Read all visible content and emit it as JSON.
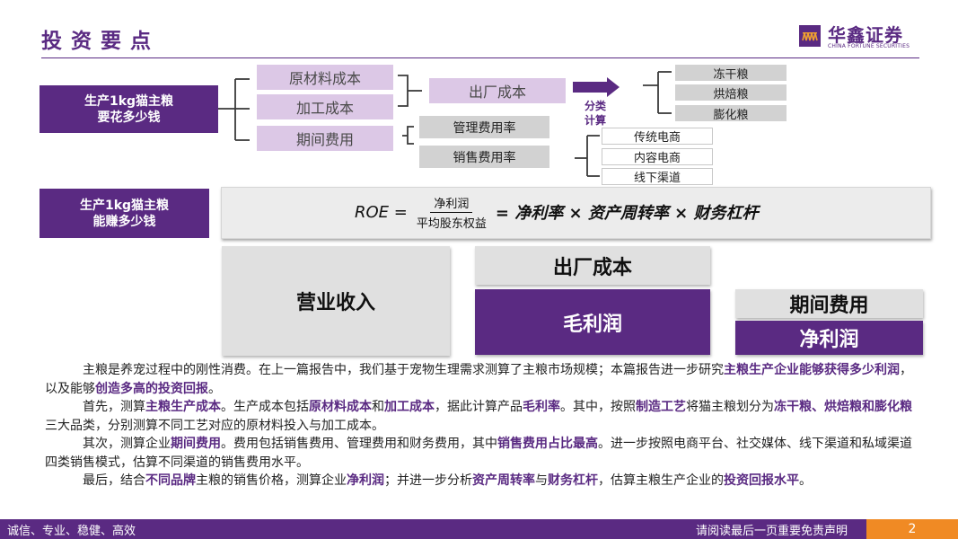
{
  "header": {
    "title": "投资要点",
    "logo_name": "华鑫证券",
    "logo_en": "CHINA FORTUNE SECURITIES"
  },
  "diagram": {
    "question1": [
      "生产1kg猫主粮",
      "要花多少钱"
    ],
    "question2": [
      "生产1kg猫主粮",
      "能赚多少钱"
    ],
    "cost_items": [
      "原材料成本",
      "加工成本",
      "期间费用"
    ],
    "factory_cost": "出厂成本",
    "expense_rates": [
      "管理费用率",
      "销售费用率"
    ],
    "classify_label": [
      "分类",
      "计算"
    ],
    "processes": [
      "冻干粮",
      "烘焙粮",
      "膨化粮"
    ],
    "channels": [
      "传统电商",
      "内容电商",
      "线下渠道"
    ],
    "roe": {
      "lhs": "ROE =",
      "numerator": "净利润",
      "denominator": "平均股东权益",
      "rhs": "= 净利率 × 资产周转率 × 财务杠杆"
    },
    "revenue": "营业收入",
    "factory_cost_big": "出厂成本",
    "gross_profit": "毛利润",
    "period_expense": "期间费用",
    "net_profit": "净利润"
  },
  "body_paragraphs": [
    [
      {
        "t": "主粮是养宠过程中的刚性消费。在上一篇报告中，我们基于宠物生理需求测算了主粮市场规模；本篇报告进一步研究",
        "b": false
      },
      {
        "t": "主粮生产企业能够获得多少利润",
        "b": true
      },
      {
        "t": "，以及能够",
        "b": false
      },
      {
        "t": "创造多高的投资回报",
        "b": true
      },
      {
        "t": "。",
        "b": false
      }
    ],
    [
      {
        "t": "首先，测算",
        "b": false
      },
      {
        "t": "主粮生产成本",
        "b": true
      },
      {
        "t": "。生产成本包括",
        "b": false
      },
      {
        "t": "原材料成本",
        "b": true
      },
      {
        "t": "和",
        "b": false
      },
      {
        "t": "加工成本",
        "b": true
      },
      {
        "t": "，据此计算产品",
        "b": false
      },
      {
        "t": "毛利率",
        "b": true
      },
      {
        "t": "。其中，按照",
        "b": false
      },
      {
        "t": "制造工艺",
        "b": true
      },
      {
        "t": "将猫主粮划分为",
        "b": false
      },
      {
        "t": "冻干粮、烘焙粮和膨化粮",
        "b": true
      },
      {
        "t": "三大品类，分别测算不同工艺对应的原材料投入与加工成本。",
        "b": false
      }
    ],
    [
      {
        "t": "其次，测算企业",
        "b": false
      },
      {
        "t": "期间费用",
        "b": true
      },
      {
        "t": "。费用包括销售费用、管理费用和财务费用，其中",
        "b": false
      },
      {
        "t": "销售费用占比最高",
        "b": true
      },
      {
        "t": "。进一步按照电商平台、社交媒体、线下渠道和私域渠道四类销售模式，估算不同渠道的销售费用水平。",
        "b": false
      }
    ],
    [
      {
        "t": "最后，结合",
        "b": false
      },
      {
        "t": "不同品牌",
        "b": true
      },
      {
        "t": "主粮的销售价格，测算企业",
        "b": false
      },
      {
        "t": "净利润",
        "b": true
      },
      {
        "t": "；并进一步分析",
        "b": false
      },
      {
        "t": "资产周转率",
        "b": true
      },
      {
        "t": "与",
        "b": false
      },
      {
        "t": "财务杠杆",
        "b": true
      },
      {
        "t": "，估算主粮生产企业的",
        "b": false
      },
      {
        "t": "投资回报水平",
        "b": true
      },
      {
        "t": "。",
        "b": false
      }
    ]
  ],
  "footer": {
    "motto": "诚信、专业、稳健、高效",
    "disclaimer": "请阅读最后一页重要免责声明",
    "page": "2"
  },
  "colors": {
    "brand_purple": "#5a2a82",
    "light_purple": "#dcc8e6",
    "accent_orange": "#f08a24",
    "gray_box": "#d2d2d2"
  }
}
